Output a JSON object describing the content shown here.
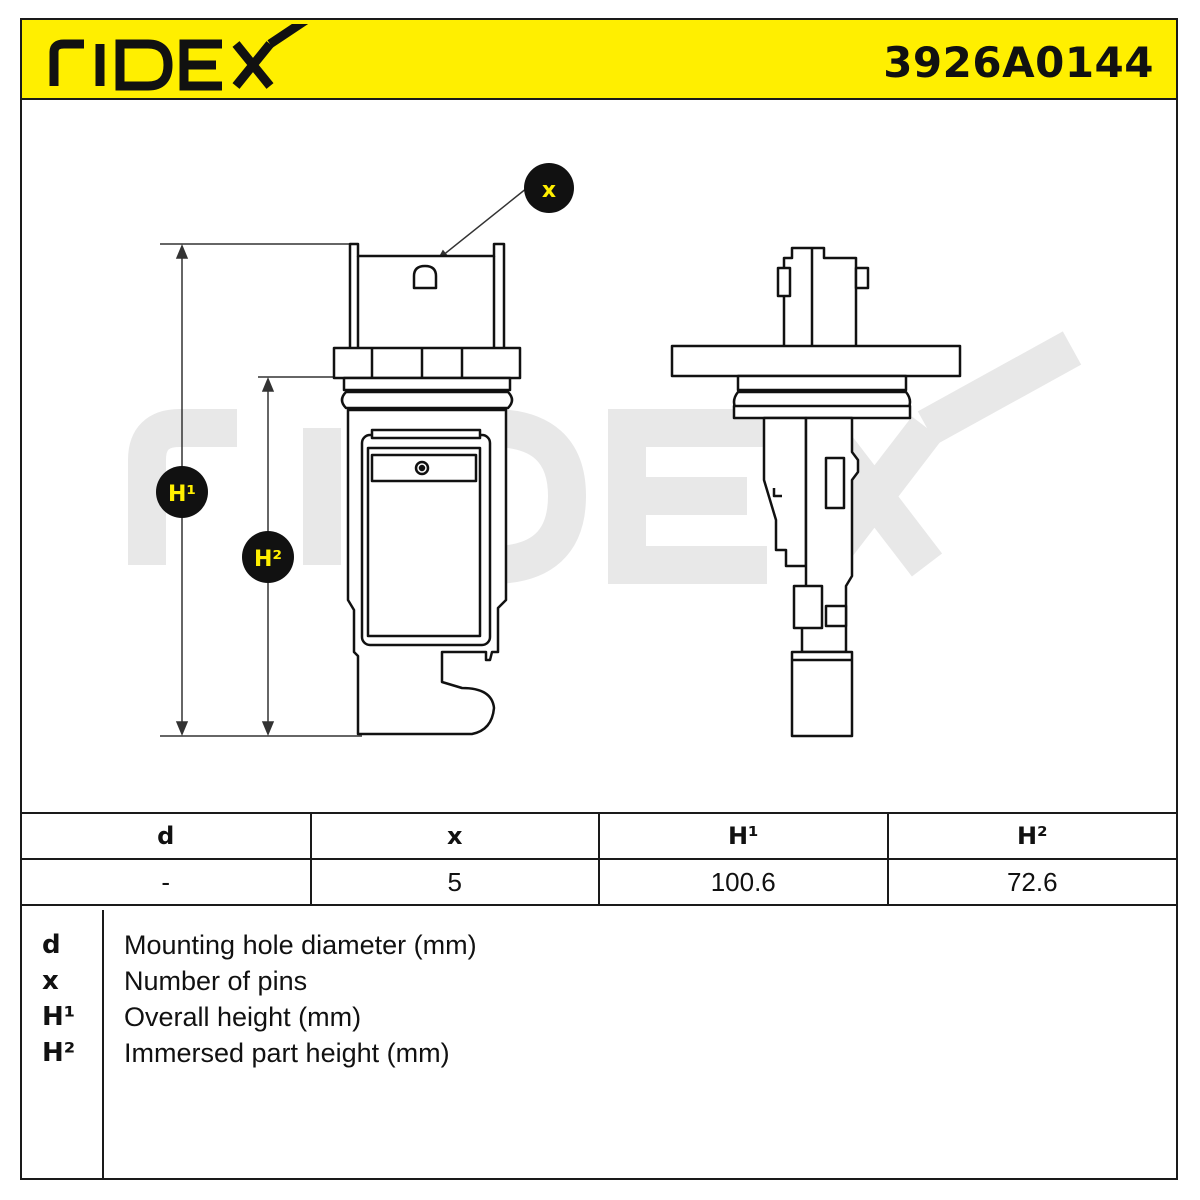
{
  "brand": {
    "name": "RIDEX",
    "color": "#ffef00"
  },
  "header": {
    "part_number": "3926A0144"
  },
  "diagram": {
    "watermark": "RIDEX",
    "callouts": {
      "x": "x",
      "h1": "H¹",
      "h2": "H²"
    }
  },
  "table": {
    "headers": [
      "d",
      "x",
      "H¹",
      "H²"
    ],
    "values": [
      "-",
      "5",
      "100.6",
      "72.6"
    ]
  },
  "legend": [
    {
      "key": "d",
      "desc": "Mounting hole diameter (mm)"
    },
    {
      "key": "x",
      "desc": "Number of pins"
    },
    {
      "key": "H¹",
      "desc": "Overall height (mm)"
    },
    {
      "key": "H²",
      "desc": "Immersed part height (mm)"
    }
  ]
}
